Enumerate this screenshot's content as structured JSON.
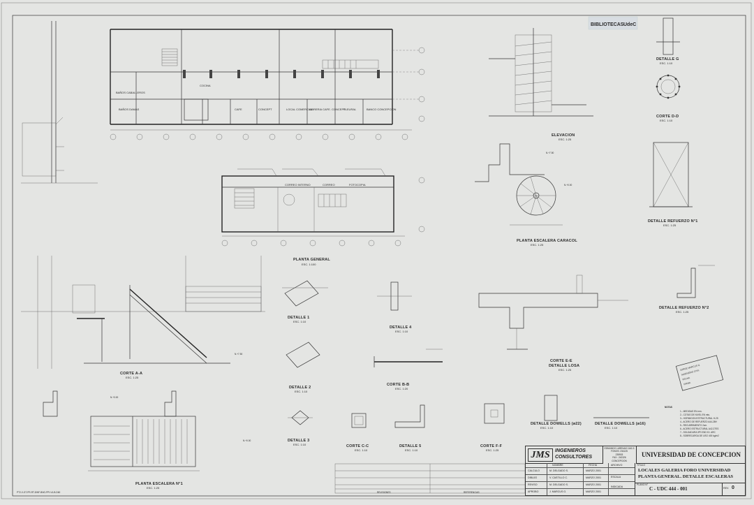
{
  "stamp": {
    "text": "BIBLIOTECAS",
    "text2": "UdeC"
  },
  "views": {
    "planta_general": {
      "title": "PLANTA GENERAL",
      "scale": "ESC. 1:100"
    },
    "elevacion": {
      "title": "ELEVACION",
      "scale": "ESC. 1:25"
    },
    "planta_caracol": {
      "title": "PLANTA ESCALERA CARACOL",
      "scale": "ESC. 1:25"
    },
    "detalle_g": {
      "title": "DETALLE G",
      "scale": "ESC. 1:10"
    },
    "corte_dd": {
      "title": "CORTE D-D",
      "scale": "ESC. 1:10"
    },
    "refuerzo1": {
      "title": "DETALLE REFUERZO N°1",
      "scale": "ESC. 1:25"
    },
    "refuerzo2": {
      "title": "DETALLE REFUERZO N°2",
      "scale": "ESC. 1:25"
    },
    "corte_aa": {
      "title": "CORTE A-A",
      "scale": "ESC. 1:25"
    },
    "detalle1": {
      "title": "DETALLE 1",
      "scale": "ESC. 1:10"
    },
    "detalle4": {
      "title": "DETALLE 4",
      "scale": "ESC. 1:10"
    },
    "detalle2": {
      "title": "DETALLE 2",
      "scale": "ESC. 1:10"
    },
    "corte_bb": {
      "title": "CORTE B-B",
      "scale": "ESC. 1:20"
    },
    "corte_ee": {
      "title": "CORTE E-E",
      "subtitle": "DETALLE LOSA",
      "scale": "ESC. 1:25"
    },
    "detalle3": {
      "title": "DETALLE 3",
      "scale": "ESC. 1:10"
    },
    "corte_cc": {
      "title": "CORTE C-C",
      "scale": "ESC. 1:10"
    },
    "detalle5": {
      "title": "DETALLE 5",
      "scale": "ESC. 1:10"
    },
    "corte_ff": {
      "title": "CORTE F-F",
      "scale": "ESC. 1:25"
    },
    "dowells22": {
      "title": "DETALLE DOWELLS (ø22)",
      "scale": "ESC. 1:10"
    },
    "dowells16": {
      "title": "DETALLE DOWELLS (ø16)",
      "scale": "ESC. 1:10"
    },
    "escalera1": {
      "title": "PLANTA ESCALERA N°1",
      "scale": "ESC. 1:25"
    }
  },
  "rooms": {
    "banos_caballeros": "BAÑOS CABALLEROS",
    "banos_damas": "BAÑOS DAMAS",
    "cocina": "COCINA",
    "cafe": "CAFE",
    "concept": "CONCEPT",
    "local_comercial": "LOCAL COMERCIAL",
    "libreria": "LIBRERIA CAFE. CONCEPT.",
    "pleural": "PLEURAL",
    "banco": "BANCO CONCEPCION",
    "correo_interno": "CORREO INTERNO",
    "correo": "CORREO",
    "fotocopia": "FOTOCOPIA"
  },
  "level_marks": {
    "lv1": "N.+7.50",
    "lv2": "N.+0.00",
    "lv3": "N.+7.50",
    "lv4": "N.+3.00",
    "lv5": "N.+0.00"
  },
  "notes_block": {
    "heading": "NOTAS",
    "items": [
      "1.- MEDIDAS EN mm.",
      "2.- COTAS DE NIVEL EN mts.",
      "3.- HORMIGON ESTRUCTURAL H-25",
      "4.- ACERO DE REFUERZO A44-28H",
      "5.- RECUBRIMIENTO 2cm.",
      "6.- ACERO ESTRUCTURAL A42-27ES",
      "7.- SOLDADURA 3P3 E60 XX. ARC",
      "8.- SOBRECARGA DE USO 400 kg/m2"
    ]
  },
  "title_block": {
    "logo": "JMS",
    "firm_line1": "INGENIEROS",
    "firm_line2": "CONSULTORES",
    "firm_address": [
      "EDMUNDO LARENAS 1162-3",
      "FONOS: 234125",
      "235903",
      "FAX : 242326",
      "CONCEPCION"
    ],
    "client": "UNIVERSIDAD DE CONCEPCION",
    "col_nombre": "NOMBRE",
    "col_fecha": "FECHA",
    "col_archivo": "ARCHIVO",
    "rows": [
      {
        "role": "CALCULO",
        "name": "M. DELGADO S.",
        "date": "MARZO 2001"
      },
      {
        "role": "DIBUJO",
        "name": "V. CASTILLO C.",
        "date": "MARZO 2001"
      },
      {
        "role": "REVISO",
        "name": "M. DELGADO S.",
        "date": "MARZO 2001"
      },
      {
        "role": "APROBO",
        "name": "J. MARCUS G.",
        "date": "MARZO 2001"
      }
    ],
    "escala_label": "ESCALA",
    "escala_value": "INDICADA",
    "titulo_label": "TITULO",
    "title_line1": "LOCALES GALERIA FORO UNIVERSIDAD",
    "title_line2": "PLANTA GENERAL. DETALLE ESCALERAS",
    "plano_label": "PLANO N°",
    "plano_number": "C - UDC 444 - 001",
    "rev_label": "REV.",
    "rev_number": "0"
  },
  "revisions": {
    "left": "REVISIONES",
    "right": "REFERENCIAS"
  },
  "margin_note": "PT2-V-GT-PR-RT-DWF-BNG-PPI-V4-B-D60",
  "seal": {
    "lines": [
      "JORGE MARCUS G.",
      "INGENIERO CIVIL",
      "FECHA",
      "FIRMA"
    ]
  }
}
